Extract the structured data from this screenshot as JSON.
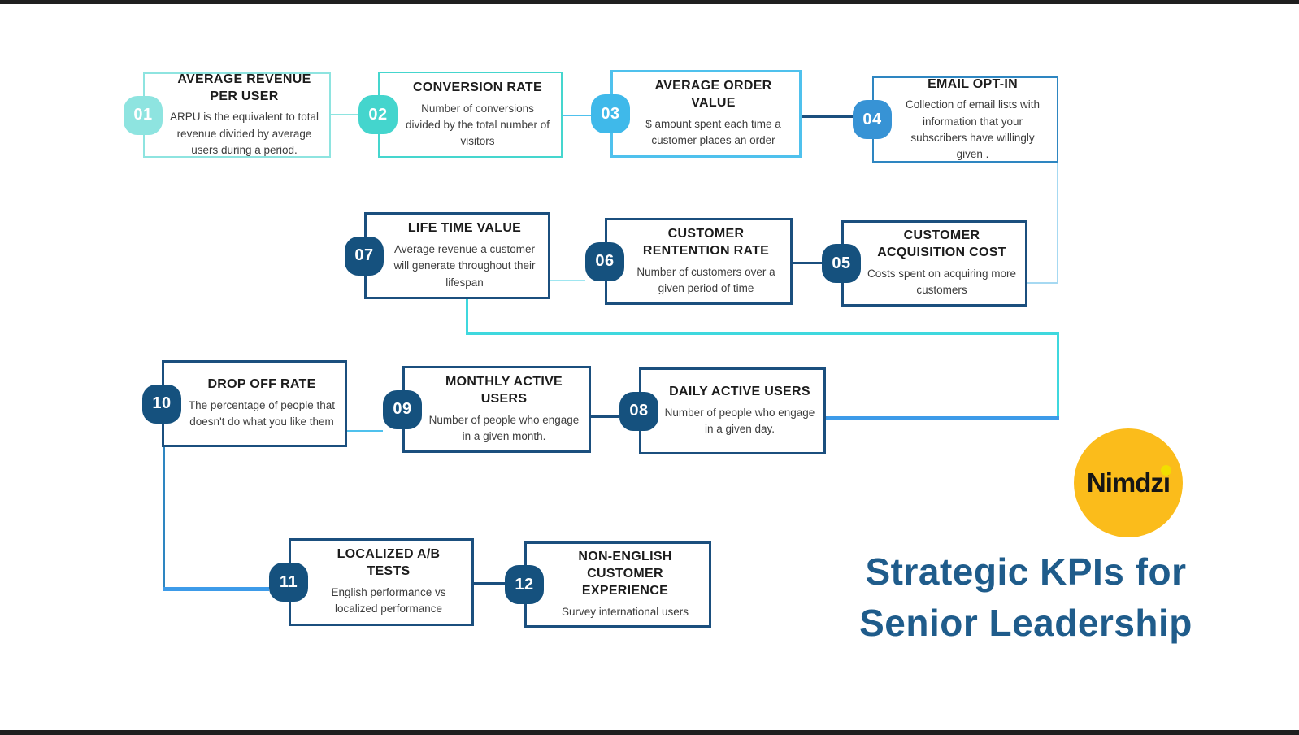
{
  "page": {
    "title_line1": "Strategic KPIs for",
    "title_line2": "Senior Leadership"
  },
  "logo": {
    "text": "Nimdzi",
    "circle_color": "#FBBC1B",
    "dot_color": "#F2DE00"
  },
  "colors": {
    "aqua_light": "#8EE4E0",
    "teal_bright": "#3FD8DE",
    "sky": "#4FC1ED",
    "sky_pale": "#A6D9F2",
    "cyan_pale": "#9FE6F0",
    "blue_medium": "#2E86C1",
    "blue_bright": "#3D9BE9",
    "navy": "#1B4F7E",
    "title_blue": "#1F5C8B",
    "bar_dark": "#1F1F1F"
  },
  "kpis": [
    {
      "num": "01",
      "title": "AVERAGE REVENUE PER USER",
      "desc": "ARPU is the equivalent to total revenue divided by average users during a period.",
      "badge_color": "#8EE4E0",
      "border_color": "#8EE4E0"
    },
    {
      "num": "02",
      "title": "CONVERSION RATE",
      "desc": "Number of conversions divided by the total number of visitors",
      "badge_color": "#44D5CD",
      "border_color": "#45D6CE"
    },
    {
      "num": "03",
      "title": "AVERAGE ORDER VALUE",
      "desc": "$ amount spent each time a customer places an order",
      "badge_color": "#3FB9EA",
      "border_color": "#4FC1ED"
    },
    {
      "num": "04",
      "title": "EMAIL OPT-IN",
      "desc": "Collection of email lists with information that your subscribers have willingly given .",
      "badge_color": "#3793D5",
      "border_color": "#2E86C1"
    },
    {
      "num": "05",
      "title": "CUSTOMER ACQUISITION COST",
      "desc": "Costs spent on acquiring more customers",
      "badge_color": "#15517E",
      "border_color": "#1B4F7E"
    },
    {
      "num": "06",
      "title": "CUSTOMER RENTENTION RATE",
      "desc": "Number of customers  over a given period of time",
      "badge_color": "#15517E",
      "border_color": "#1B4F7E"
    },
    {
      "num": "07",
      "title": "LIFE TIME VALUE",
      "desc": "Average revenue  a customer will generate throughout their lifespan",
      "badge_color": "#15517E",
      "border_color": "#1B4F7E"
    },
    {
      "num": "08",
      "title": "DAILY ACTIVE USERS",
      "desc": "Number of people who engage in a given day.",
      "badge_color": "#15517E",
      "border_color": "#1B4F7E"
    },
    {
      "num": "09",
      "title": "MONTHLY ACTIVE USERS",
      "desc": "Number of people who engage in a given month.",
      "badge_color": "#15517E",
      "border_color": "#1B4F7E"
    },
    {
      "num": "10",
      "title": "DROP OFF RATE",
      "desc": "The percentage of people that doesn't do what you like them",
      "badge_color": "#15517E",
      "border_color": "#1B4F7E"
    },
    {
      "num": "11",
      "title": "LOCALIZED A/B TESTS",
      "desc": "English performance vs localized performance",
      "badge_color": "#15517E",
      "border_color": "#1B4F7E"
    },
    {
      "num": "12",
      "title": "NON-ENGLISH CUSTOMER EXPERIENCE",
      "desc": "Survey international users",
      "badge_color": "#15517E",
      "border_color": "#1B4F7E"
    }
  ]
}
